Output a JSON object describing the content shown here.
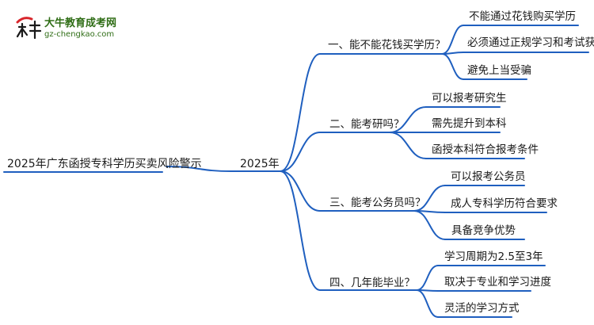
{
  "brand": {
    "name_cn": "大牛教育成考网",
    "domain": "gz-chengkao.com"
  },
  "root": "2025年广东函授专科学历买卖风险警示",
  "center": "2025年",
  "branches": [
    {
      "label": "一、能不能花钱买学历？",
      "children": [
        "不能通过花钱购买学历",
        "必须通过正规学习和考试获得",
        "避免上当受骗"
      ]
    },
    {
      "label": "二、能考研吗？",
      "children": [
        "可以报考研究生",
        "需先提升到本科",
        "函授本科符合报考条件"
      ]
    },
    {
      "label": "三、能考公务员吗？",
      "children": [
        "可以报考公务员",
        "成人专科学历符合要求",
        "具备竞争优势"
      ]
    },
    {
      "label": "四、几年能毕业？",
      "children": [
        "学习周期为2.5至3年",
        "取决于专业和学习进度",
        "灵活的学习方式"
      ]
    }
  ],
  "colors": {
    "line": "#1f5fbf",
    "text": "#1a1a1a",
    "brand": "#2f6d16",
    "logo_red": "#d8262c"
  }
}
